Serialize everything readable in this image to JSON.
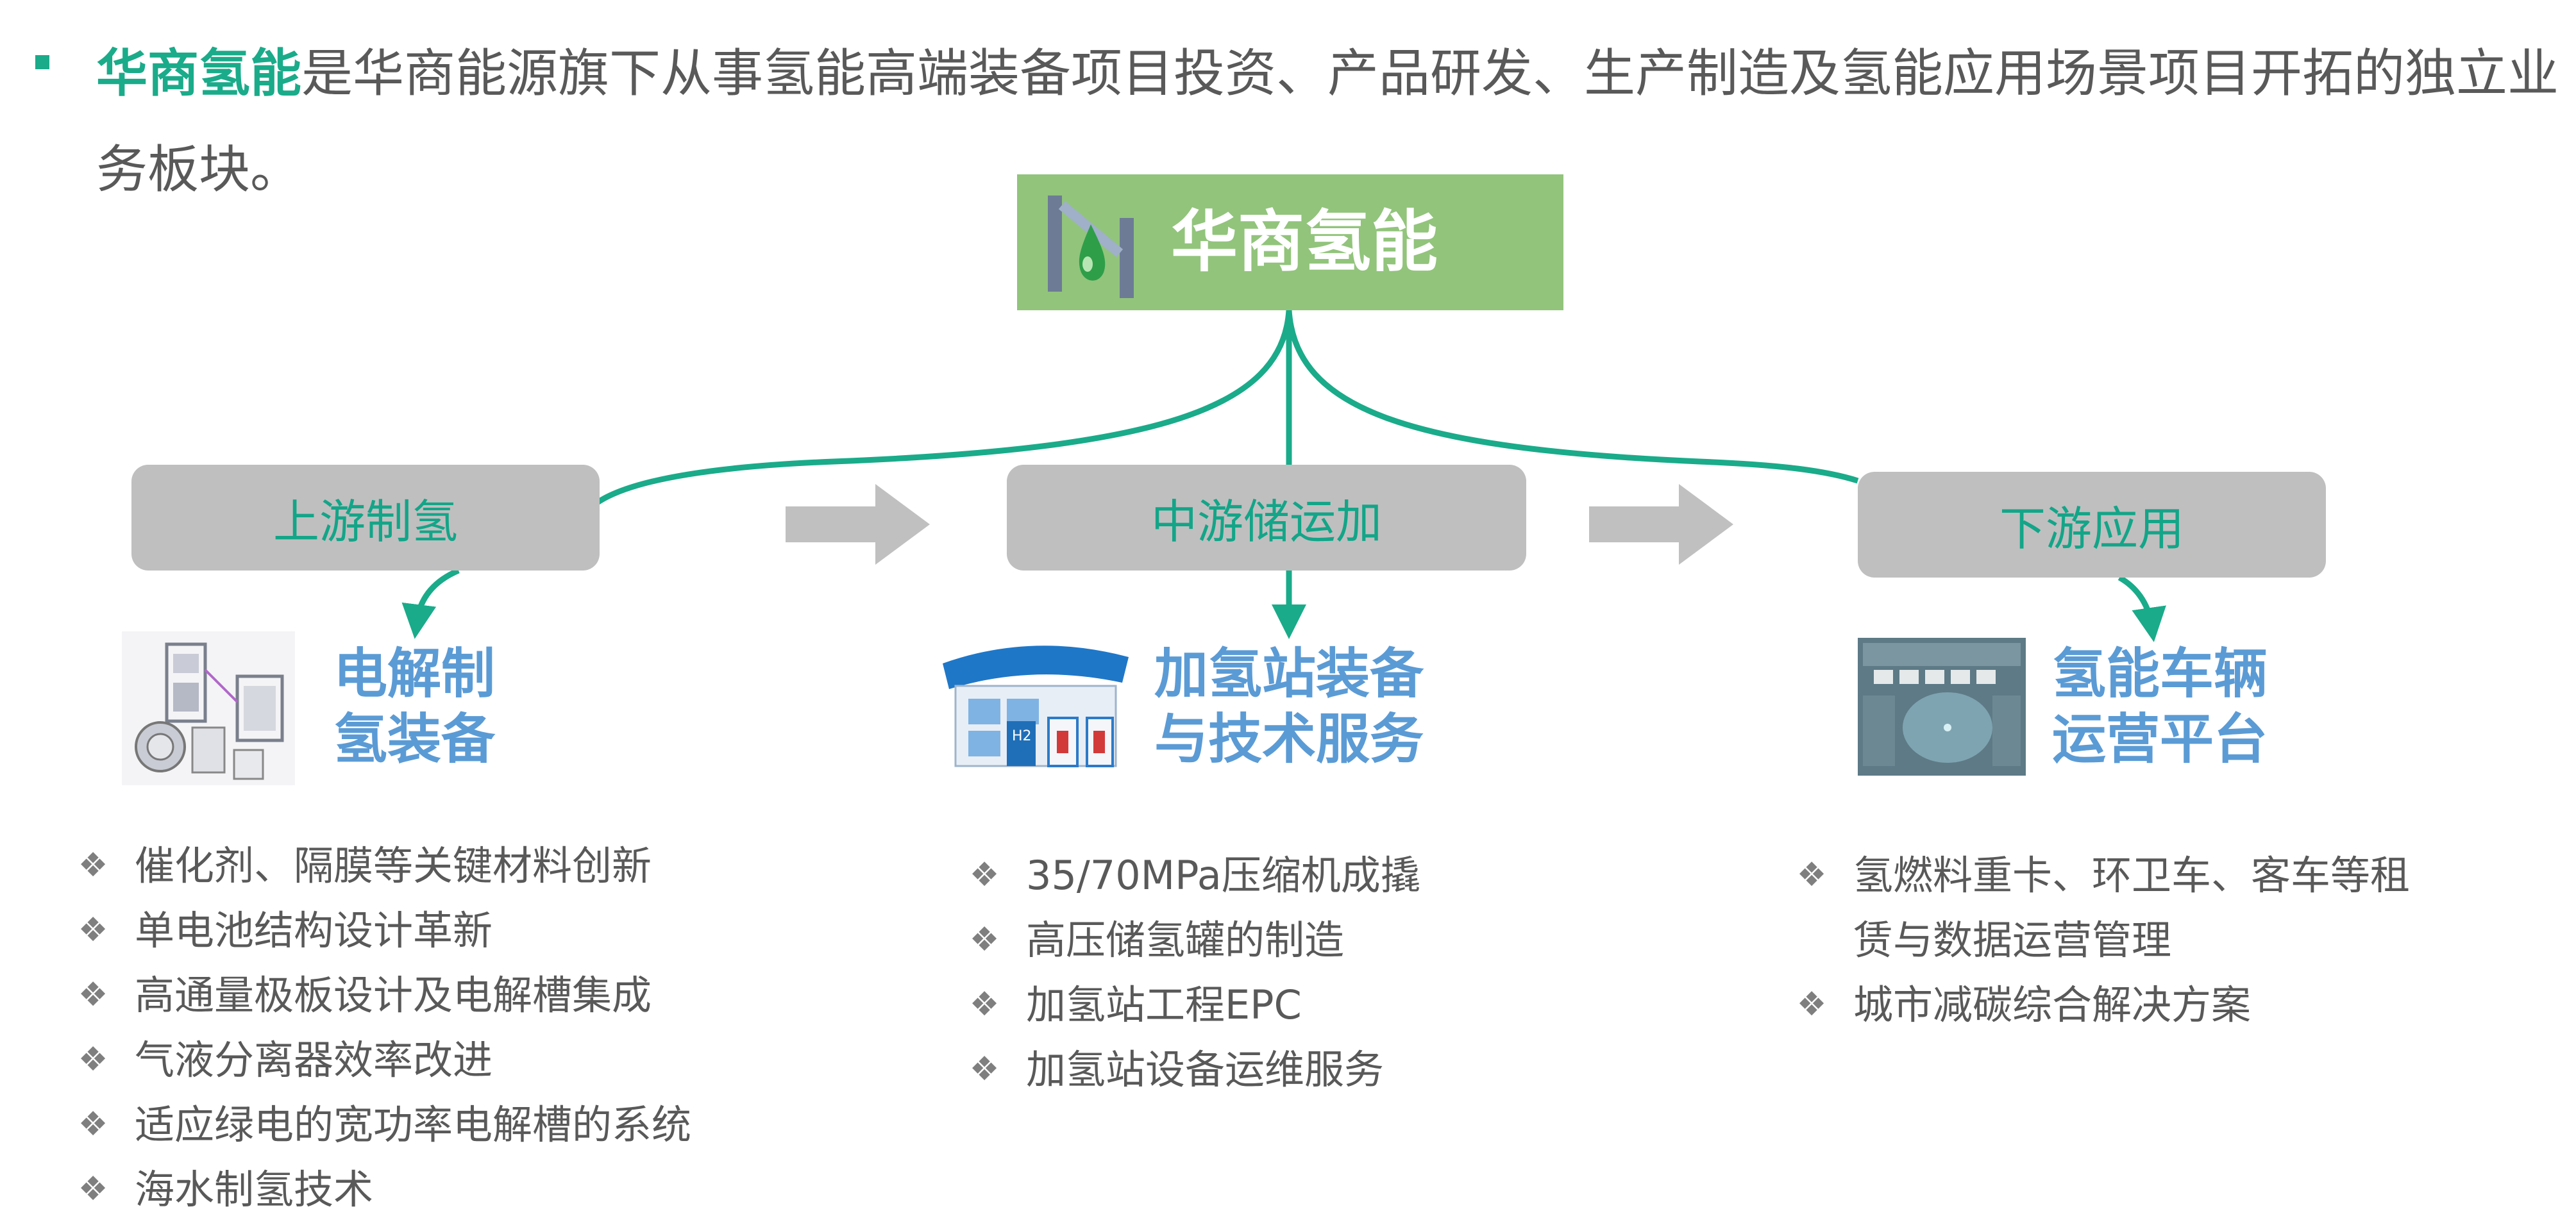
{
  "intro": {
    "brand": "华商氢能",
    "text": "是华商能源旗下从事氢能高端装备项目投资、产品研发、生产制造及氢能应用场景项目开拓的独立业务板块。"
  },
  "brand_box": {
    "name": "华商氢能"
  },
  "stages": {
    "upstream": "上游制氢",
    "midstream": "中游储运加",
    "downstream": "下游应用"
  },
  "products": {
    "upstream": {
      "line1": "电解制",
      "line2": "氢装备"
    },
    "midstream": {
      "line1": "加氢站装备",
      "line2": "与技术服务"
    },
    "downstream": {
      "line1": "氢能车辆",
      "line2": "运营平台"
    }
  },
  "lists": {
    "upstream": [
      "催化剂、隔膜等关键材料创新",
      "单电池结构设计革新",
      "高通量极板设计及电解槽集成",
      "气液分离器效率改进",
      "适应绿电的宽功率电解槽的系统",
      "海水制氢技术"
    ],
    "midstream": [
      "35/70MPa压缩机成撬",
      "高压储氢罐的制造",
      "加氢站工程EPC",
      "加氢站设备运维服务"
    ],
    "downstream": [
      "氢燃料重卡、环卫车、客车等租赁与数据运营管理",
      "城市减碳综合解决方案"
    ]
  },
  "colors": {
    "accent": "#1aab8a",
    "brand_box": "#92c47c",
    "stage_box": "#bfbfbf",
    "product_title": "#5b9bd5",
    "arrow_gray": "#c0c0c0"
  },
  "icons": [
    "bullet-square",
    "brand-logo-icon",
    "electrolyzer-icon",
    "hydrogen-station-icon",
    "vehicle-dashboard-icon",
    "diamond-bullet-icon"
  ]
}
